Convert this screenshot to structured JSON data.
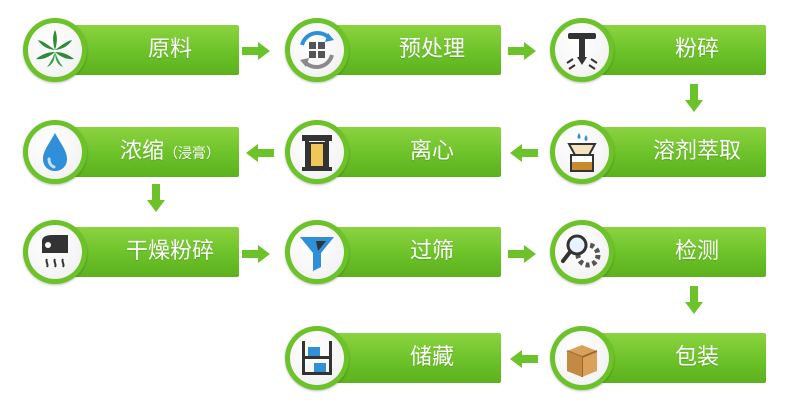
{
  "colors": {
    "green": "#6cc229",
    "arrow": "#6cc229"
  },
  "steps": [
    {
      "label": "原料",
      "icon": "leaf-icon"
    },
    {
      "label": "预处理",
      "icon": "window-recycle-icon"
    },
    {
      "label": "粉碎",
      "icon": "crusher-icon"
    },
    {
      "label": "溶剂萃取",
      "icon": "filter-beaker-icon"
    },
    {
      "label": "离心",
      "icon": "centrifuge-icon"
    },
    {
      "label": "浓缩",
      "label_sub": "（浸膏）",
      "icon": "water-drop-icon"
    },
    {
      "label": "干燥粉碎",
      "icon": "dryer-icon"
    },
    {
      "label": "过筛",
      "icon": "funnel-icon"
    },
    {
      "label": "检测",
      "icon": "magnifier-gear-icon"
    },
    {
      "label": "包装",
      "icon": "box-icon"
    },
    {
      "label": "储藏",
      "icon": "shelf-icon"
    }
  ]
}
